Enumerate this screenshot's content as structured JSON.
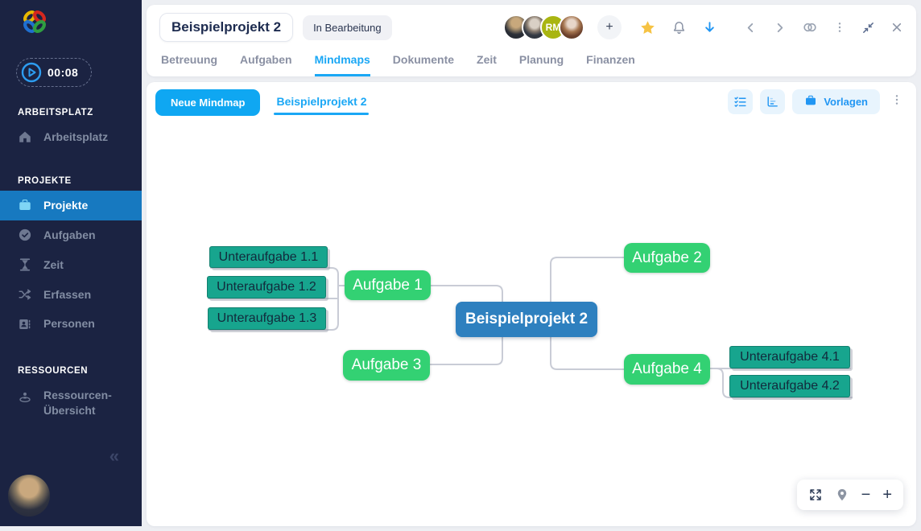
{
  "sidebar": {
    "timer_value": "00:08",
    "sections": [
      {
        "title": "ARBEITSPLATZ",
        "items": [
          {
            "label": "Arbeitsplatz",
            "icon": "home-icon",
            "active": false
          }
        ]
      },
      {
        "title": "PROJEKTE",
        "items": [
          {
            "label": "Projekte",
            "icon": "briefcase-icon",
            "active": true
          },
          {
            "label": "Aufgaben",
            "icon": "check-circle-icon",
            "active": false
          },
          {
            "label": "Zeit",
            "icon": "hourglass-icon",
            "active": false
          },
          {
            "label": "Erfassen",
            "icon": "route-icon",
            "active": false
          },
          {
            "label": "Personen",
            "icon": "id-card-icon",
            "active": false
          }
        ]
      },
      {
        "title": "RESSOURCEN",
        "items": [
          {
            "label": "Ressourcen-Übersicht",
            "icon": "person-ring-icon",
            "active": false
          }
        ]
      }
    ]
  },
  "header": {
    "project_title": "Beispielprojekt 2",
    "status_badge": "In Bearbeitung",
    "team": {
      "avatars": [
        {
          "type": "photo"
        },
        {
          "type": "photo"
        },
        {
          "type": "initials",
          "label": "RM",
          "color": "#a9b511"
        },
        {
          "type": "photo"
        }
      ],
      "add_label": "+"
    },
    "tabs": [
      {
        "label": "Betreuung",
        "active": false
      },
      {
        "label": "Aufgaben",
        "active": false
      },
      {
        "label": "Mindmaps",
        "active": true
      },
      {
        "label": "Dokumente",
        "active": false
      },
      {
        "label": "Zeit",
        "active": false
      },
      {
        "label": "Planung",
        "active": false
      },
      {
        "label": "Finanzen",
        "active": false
      }
    ]
  },
  "mindmap": {
    "toolbar": {
      "new_mindmap_label": "Neue Mindmap",
      "active_tab": "Beispielprojekt 2",
      "vorlagen_label": "Vorlagen"
    },
    "nodes": [
      {
        "id": "root",
        "label": "Beispielprojekt 2",
        "type": "root",
        "parent": null
      },
      {
        "id": "a1",
        "label": "Aufgabe 1",
        "type": "task",
        "parent": "root"
      },
      {
        "id": "a2",
        "label": "Aufgabe 2",
        "type": "task",
        "parent": "root"
      },
      {
        "id": "a3",
        "label": "Aufgabe 3",
        "type": "task",
        "parent": "root"
      },
      {
        "id": "a4",
        "label": "Aufgabe 4",
        "type": "task",
        "parent": "root"
      },
      {
        "id": "u11",
        "label": "Unteraufgabe 1.1",
        "type": "subtask",
        "parent": "a1"
      },
      {
        "id": "u12",
        "label": "Unteraufgabe 1.2",
        "type": "subtask",
        "parent": "a1"
      },
      {
        "id": "u13",
        "label": "Unteraufgabe 1.3",
        "type": "subtask",
        "parent": "a1"
      },
      {
        "id": "u41",
        "label": "Unteraufgabe 4.1",
        "type": "subtask",
        "parent": "a4"
      },
      {
        "id": "u42",
        "label": "Unteraufgabe 4.2",
        "type": "subtask",
        "parent": "a4"
      }
    ]
  },
  "colors": {
    "accent_blue": "#1aa7f5",
    "root_node_blue": "#2e80bf",
    "task_node_green": "#33d173",
    "subtask_node_teal": "#17a58e",
    "sidebar_bg": "#1b2342",
    "active_item_blue": "#1779c0",
    "star_yellow": "#f6c344",
    "connector_gray": "#c9ccd6"
  }
}
